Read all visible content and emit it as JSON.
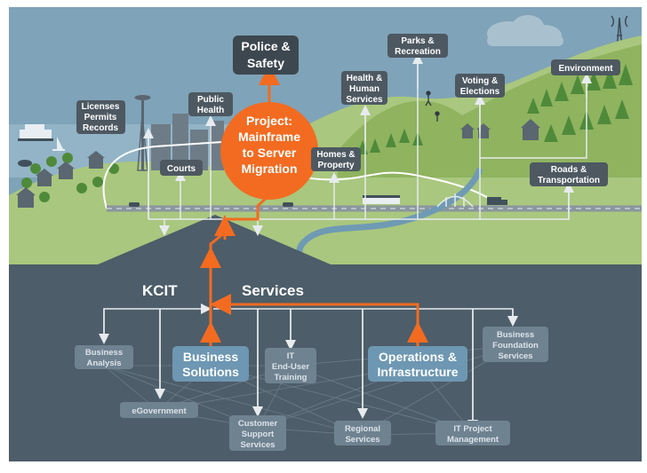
{
  "colors": {
    "sky": "#7fa3b8",
    "land": "#a9c77e",
    "landDark": "#8fb35f",
    "base": "#4d5d69",
    "label": "#4d5861",
    "accent": "#f26b21",
    "serviceBox": "#6f8290",
    "majorService": "#6d97b2"
  },
  "project": {
    "line1": "Project:",
    "line2": "Mainframe",
    "line3": "to Server",
    "line4": "Migration"
  },
  "services_header": {
    "left": "KCIT",
    "right": "Services"
  },
  "community": {
    "police": {
      "line1": "Police &",
      "line2": "Safety"
    },
    "licenses": {
      "line1": "Licenses",
      "line2": "Permits",
      "line3": "Records"
    },
    "public_health": {
      "line1": "Public",
      "line2": "Health"
    },
    "courts": "Courts",
    "homes": {
      "line1": "Homes &",
      "line2": "Property"
    },
    "health_human": {
      "line1": "Health &",
      "line2": "Human",
      "line3": "Services"
    },
    "parks": {
      "line1": "Parks &",
      "line2": "Recreation"
    },
    "voting": {
      "line1": "Voting &",
      "line2": "Elections"
    },
    "environment": "Environment",
    "roads": {
      "line1": "Roads &",
      "line2": "Transportation"
    }
  },
  "services": {
    "business_analysis": {
      "line1": "Business",
      "line2": "Analysis"
    },
    "business_solutions": {
      "line1": "Business",
      "line2": "Solutions"
    },
    "it_training": {
      "line1": "IT",
      "line2": "End-User",
      "line3": "Training"
    },
    "operations": {
      "line1": "Operations &",
      "line2": "Infrastructure"
    },
    "business_foundation": {
      "line1": "Business",
      "line2": "Foundation",
      "line3": "Services"
    },
    "egovernment": "eGovernment",
    "customer_support": {
      "line1": "Customer",
      "line2": "Support",
      "line3": "Services"
    },
    "regional": {
      "line1": "Regional",
      "line2": "Services"
    },
    "it_project": {
      "line1": "IT Project",
      "line2": "Management"
    }
  },
  "icons": [
    "ferry-icon",
    "whale-icon",
    "sailboat-icon",
    "space-needle-icon",
    "bus-icon",
    "truck-icon",
    "car-icon",
    "hiker-icon",
    "radio-tower-icon",
    "cloud-icon",
    "barn-icon",
    "bridge-icon"
  ]
}
